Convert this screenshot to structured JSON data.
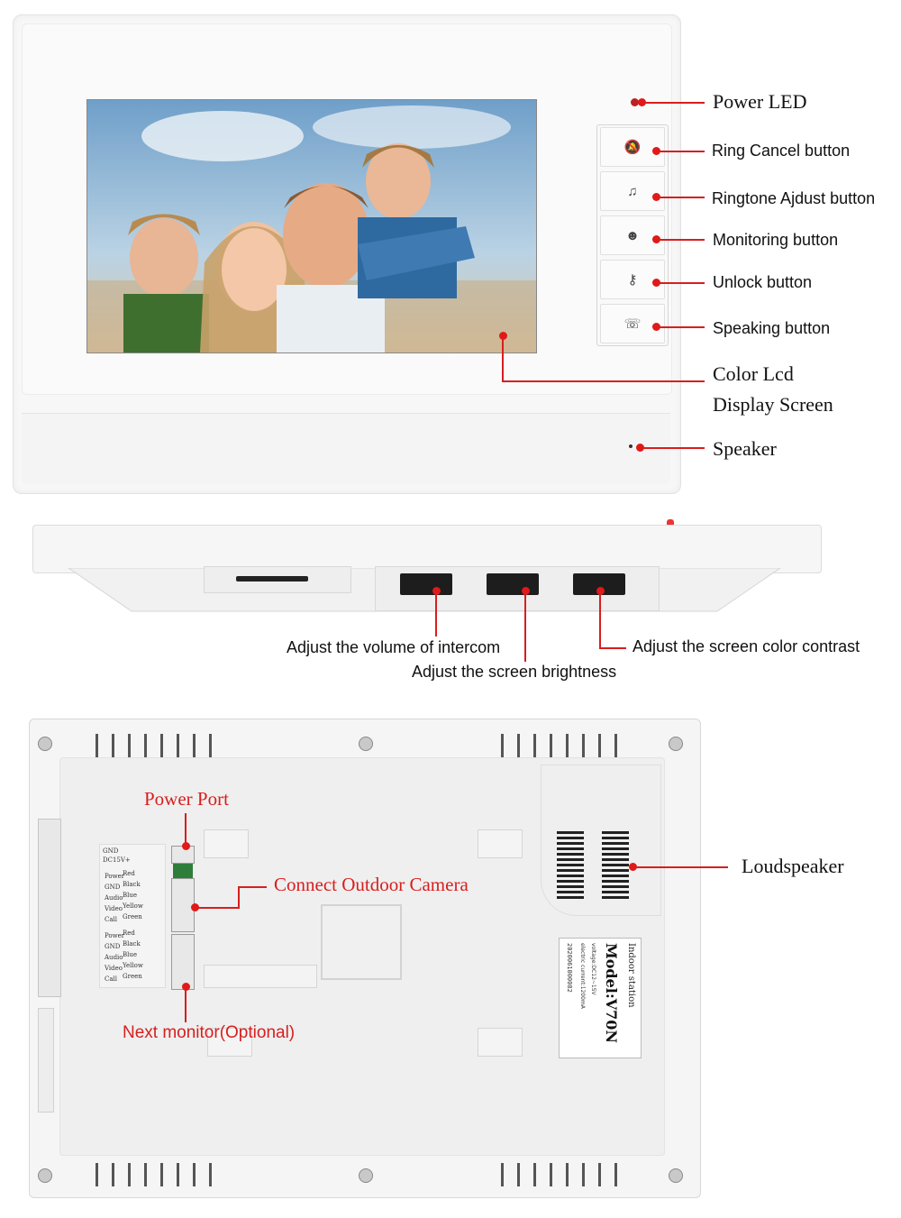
{
  "front_labels": {
    "power_led": "Power LED",
    "ring_cancel": "Ring Cancel button",
    "ringtone_adjust": "Ringtone Ajdust button",
    "monitoring": "Monitoring button",
    "unlock": "Unlock button",
    "speaking": "Speaking button",
    "lcd_line1": "Color Lcd",
    "lcd_line2": "Display Screen",
    "speaker": "Speaker"
  },
  "side_labels": {
    "volume": "Adjust the volume of intercom",
    "brightness": "Adjust the screen brightness",
    "contrast": "Adjust the screen color contrast"
  },
  "back_labels": {
    "power_port": "Power Port",
    "outdoor_camera": "Connect Outdoor Camera",
    "next_monitor": "Next monitor(Optional)",
    "loudspeaker": "Loudspeaker"
  },
  "model_sticker": {
    "title": "Indoor station",
    "model": "Model:V70N",
    "voltage": "voltage:DC12~15V",
    "current": "electric current:1200mA",
    "serial": "2020061000082"
  },
  "wiring": {
    "power_group": [
      "GND",
      "DC15V+"
    ],
    "camera_group": [
      "Power",
      "GND",
      "Audio",
      "Video",
      "Call"
    ],
    "camera_colors": [
      "Red",
      "Black",
      "Blue",
      "Yellow",
      "Green"
    ],
    "next_group": [
      "Power",
      "GND",
      "Audio",
      "Video",
      "Call"
    ],
    "next_colors": [
      "Red",
      "Black",
      "Blue",
      "Yellow",
      "Green"
    ]
  },
  "icons": [
    "bell-off-icon",
    "music-note-icon",
    "person-icon",
    "keys-icon",
    "phone-icon"
  ],
  "colors": {
    "callout": "#d81e1e"
  }
}
